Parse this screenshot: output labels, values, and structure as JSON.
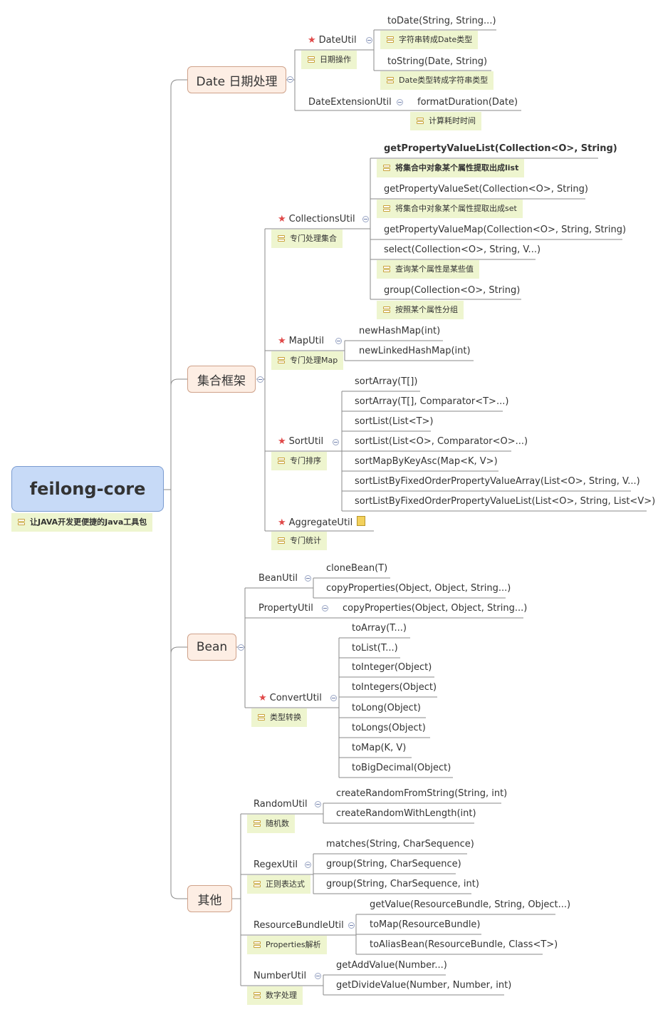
{
  "root": {
    "title": "feilong-core",
    "note": "让JAVA开发更便捷的Java工具包"
  },
  "date": {
    "topic": "Date 日期处理",
    "dateutil": {
      "name": "DateUtil",
      "note": "日期操作",
      "todate": "toDate(String, String...)",
      "todate_note": "字符串转成Date类型",
      "tostring": "toString(Date, String)",
      "tostring_note": "Date类型转成字符串类型"
    },
    "dateext": {
      "name": "DateExtensionUtil",
      "format": "formatDuration(Date)",
      "format_note": "计算耗时时间"
    }
  },
  "coll": {
    "topic": "集合框架",
    "collutil": {
      "name": "CollectionsUtil",
      "note": "专门处理集合",
      "m1": "getPropertyValueList(Collection<O>, String)",
      "m1_note": "将集合中对象某个属性提取出成list",
      "m2": "getPropertyValueSet(Collection<O>, String)",
      "m2_note": "将集合中对象某个属性提取出成set",
      "m3": "getPropertyValueMap(Collection<O>, String, String)",
      "m4": "select(Collection<O>, String, V...)",
      "m4_note": "查询某个属性是某些值",
      "m5": "group(Collection<O>, String)",
      "m5_note": "按照某个属性分组"
    },
    "maputil": {
      "name": "MapUtil",
      "note": "专门处理Map",
      "m1": "newHashMap(int)",
      "m2": "newLinkedHashMap(int)"
    },
    "sortutil": {
      "name": "SortUtil",
      "note": "专门排序",
      "m1": "sortArray(T[])",
      "m2": "sortArray(T[], Comparator<T>...)",
      "m3": "sortList(List<T>)",
      "m4": "sortList(List<O>, Comparator<O>...)",
      "m5": "sortMapByKeyAsc(Map<K, V>)",
      "m6": "sortListByFixedOrderPropertyValueArray(List<O>, String, V...)",
      "m7": "sortListByFixedOrderPropertyValueList(List<O>, String, List<V>)"
    },
    "aggutil": {
      "name": "AggregateUtil",
      "note": "专门统计"
    }
  },
  "bean": {
    "topic": "Bean",
    "beanutil": {
      "name": "BeanUtil",
      "m1": "cloneBean(T)",
      "m2": "copyProperties(Object, Object, String...)"
    },
    "proputil": {
      "name": "PropertyUtil",
      "m1": "copyProperties(Object, Object, String...)"
    },
    "convutil": {
      "name": "ConvertUtil",
      "note": "类型转换",
      "m1": "toArray(T...)",
      "m2": "toList(T...)",
      "m3": "toInteger(Object)",
      "m4": "toIntegers(Object)",
      "m5": "toLong(Object)",
      "m6": "toLongs(Object)",
      "m7": "toMap(K, V)",
      "m8": "toBigDecimal(Object)"
    }
  },
  "other": {
    "topic": "其他",
    "random": {
      "name": "RandomUtil",
      "note": "随机数",
      "m1": "createRandomFromString(String, int)",
      "m2": "createRandomWithLength(int)"
    },
    "regex": {
      "name": "RegexUtil",
      "note": "正则表达式",
      "m1": "matches(String, CharSequence)",
      "m2": "group(String, CharSequence)",
      "m3": "group(String, CharSequence, int)"
    },
    "rb": {
      "name": "ResourceBundleUtil",
      "note": "Properties解析",
      "m1": "getValue(ResourceBundle, String, Object...)",
      "m2": "toMap(ResourceBundle)",
      "m3": "toAliasBean(ResourceBundle, Class<T>)"
    },
    "number": {
      "name": "NumberUtil",
      "note": "数字处理",
      "m1": "getAddValue(Number...)",
      "m2": "getDivideValue(Number, Number, int)"
    }
  },
  "colors": {
    "root_fill": "#c7daf7",
    "topic_fill": "#fdeee4",
    "note_fill": "#eef5cf",
    "star": "#e04848",
    "line": "#8a8a8a"
  }
}
